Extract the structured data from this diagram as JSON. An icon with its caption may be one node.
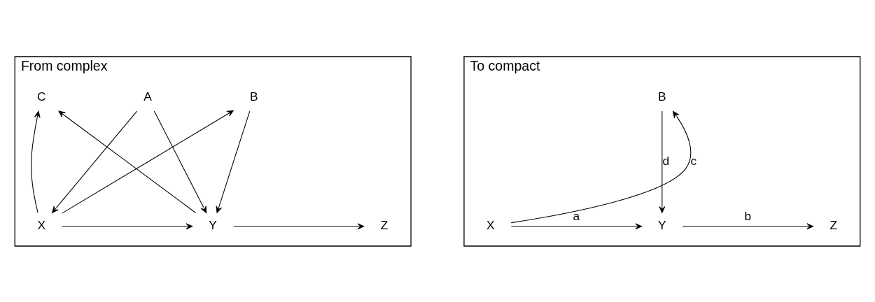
{
  "diagram": {
    "nodes": [
      {
        "text": [
          "From complex"
        ]
      },
      {
        "text": [
          "A"
        ],
        "in": 0
      },
      {
        "text": [
          "B"
        ],
        "in": 0
      },
      {
        "text": [
          "C"
        ],
        "in": 0
      },
      {
        "text": [
          "X"
        ],
        "in": 0
      },
      {
        "text": [
          "Y"
        ],
        "in": 0
      },
      {
        "text": [
          "Z"
        ],
        "in": 0
      },
      {
        "text": [
          "To compact"
        ]
      },
      {
        "text": [
          "B"
        ],
        "in": 7
      },
      {
        "text": [
          "X"
        ],
        "in": 7
      },
      {
        "text": [
          "Y"
        ],
        "in": 7
      },
      {
        "text": [
          "Z"
        ],
        "in": 7
      }
    ],
    "edges": [
      {
        "from": 1,
        "to": 4,
        "arrow": "to"
      },
      {
        "from": 1,
        "to": 5,
        "arrow": "to"
      },
      {
        "from": 4,
        "to": 2,
        "arrow": "to"
      },
      {
        "from": 4,
        "to": 3,
        "arrow": "to"
      },
      {
        "from": 2,
        "to": 5,
        "arrow": "to"
      },
      {
        "from": 5,
        "to": 3,
        "arrow": "to"
      },
      {
        "from": 4,
        "to": 5,
        "arrow": "to"
      },
      {
        "from": 5,
        "to": 6,
        "arrow": "to"
      },
      {
        "from": 9,
        "to": 8,
        "label": "c",
        "arrow": "to"
      },
      {
        "from": 8,
        "to": 10,
        "label": "d",
        "arrow": "to"
      },
      {
        "from": 9,
        "to": 10,
        "label": "a",
        "arrow": "to"
      },
      {
        "from": 10,
        "to": 11,
        "label": "b",
        "arrow": "to"
      }
    ]
  }
}
